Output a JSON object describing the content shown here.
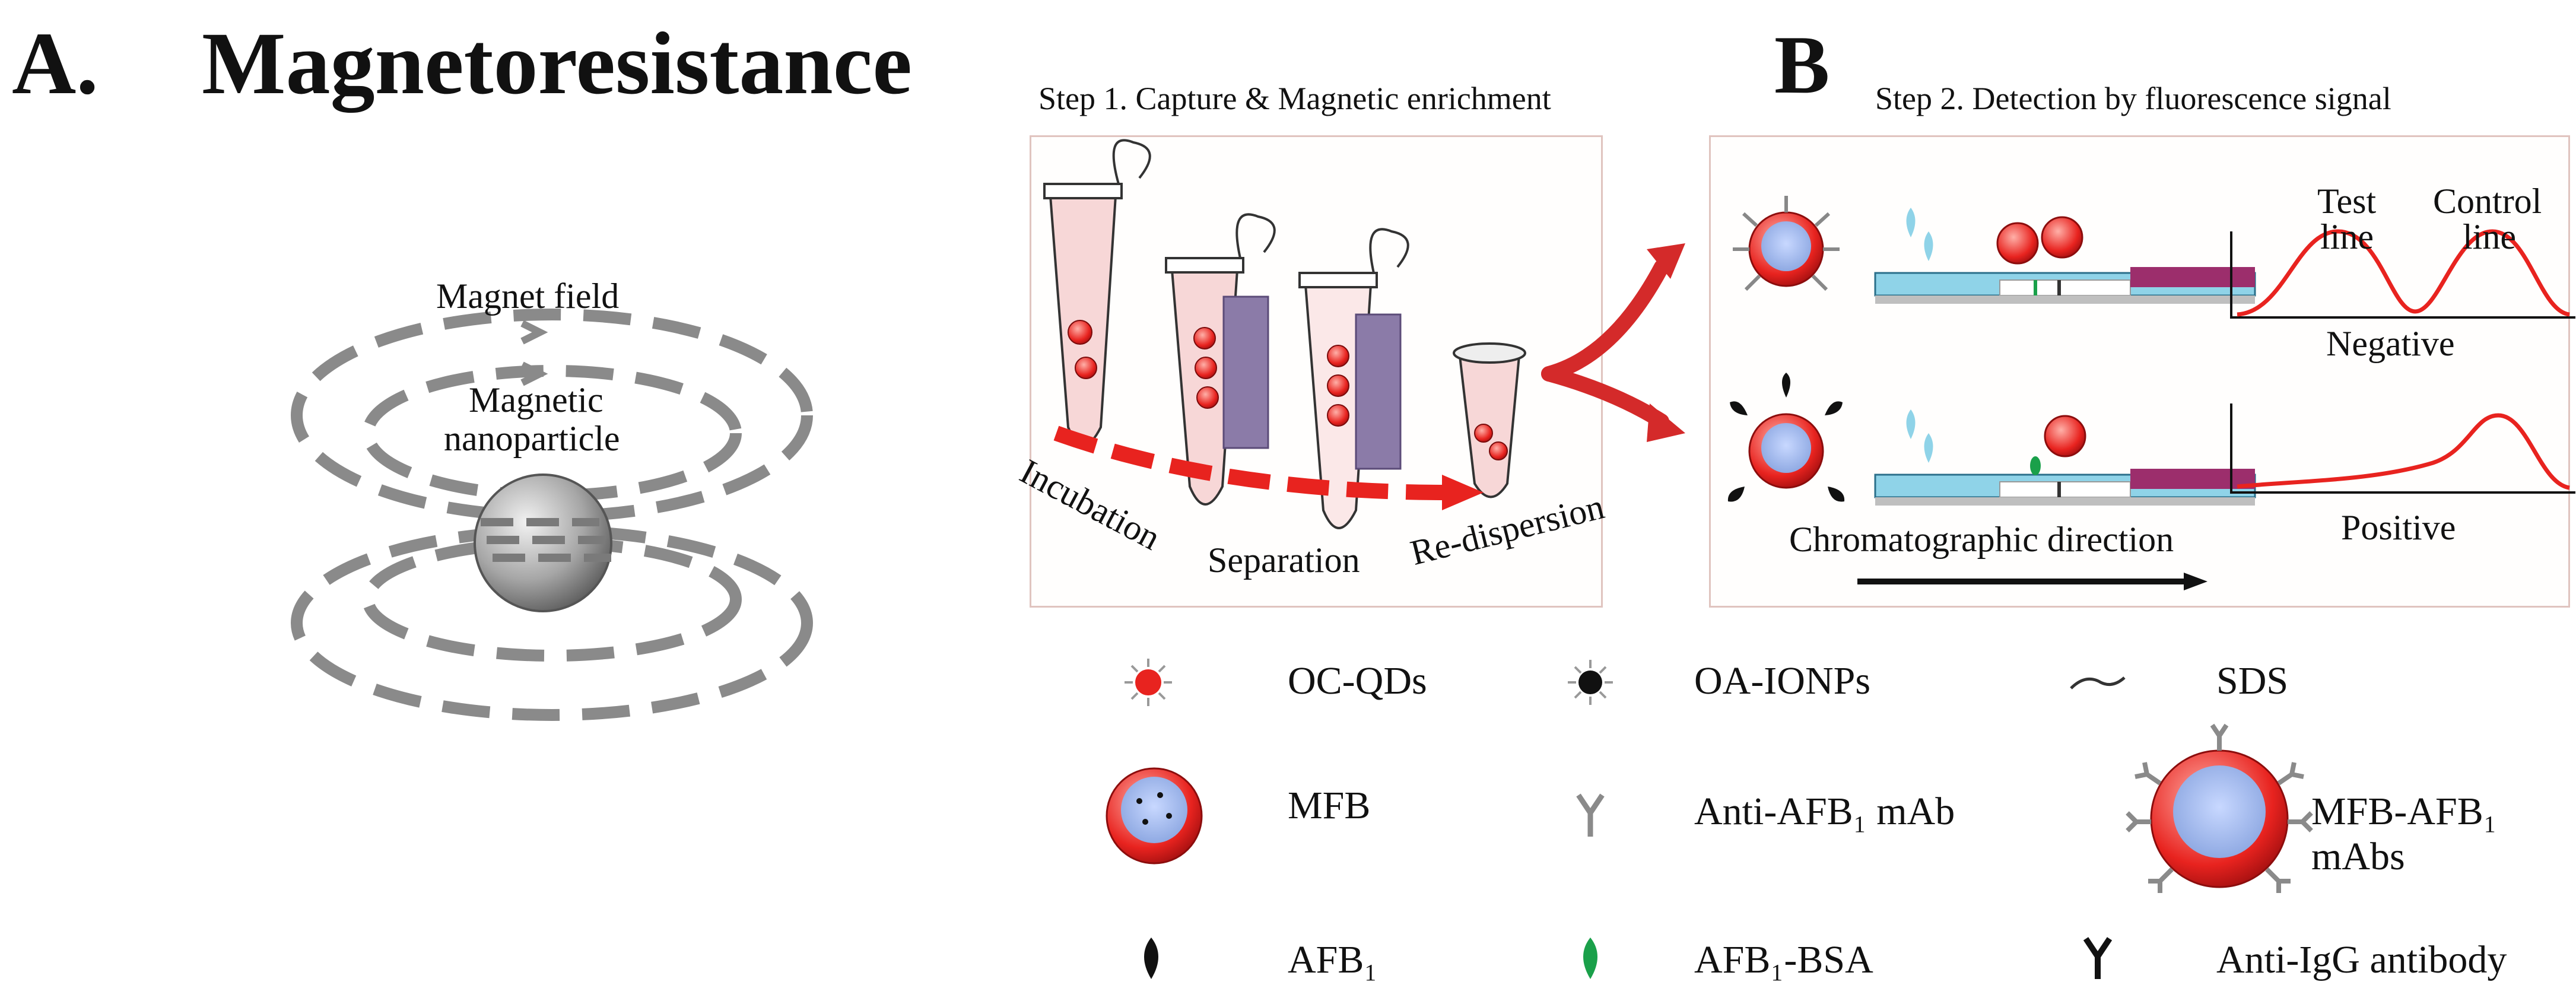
{
  "panel_a": {
    "letter": "A.",
    "title": "Magnetoresistance",
    "field_label": "Magnet field",
    "particle_label_1": "Magnetic",
    "particle_label_2": "nanoparticle"
  },
  "panel_b": {
    "letter": "B",
    "step1_title": "Step 1. Capture & Magnetic enrichment",
    "step2_title": "Step 2. Detection by fluorescence signal",
    "incubation": "Incubation",
    "separation": "Separation",
    "redispersion": "Re-dispersion",
    "test_line_1": "Test",
    "test_line_2": "line",
    "control_line_1": "Control",
    "control_line_2": "line",
    "negative": "Negative",
    "positive": "Positive",
    "direction": "Chromatographic direction"
  },
  "legend": {
    "oc_qds": "OC-QDs",
    "oa_ionps": "OA-IONPs",
    "sds": "SDS",
    "mfb": "MFB",
    "anti_afb1_mab": "Anti-AFB₁ mAb",
    "mfb_afb1_mabs": "MFB-AFB₁ mAbs",
    "afb1": "AFB₁",
    "afb1_bsa": "AFB₁-BSA",
    "anti_igg": "Anti-IgG antibody"
  },
  "colors": {
    "red": "#e8231f",
    "dash_gray": "#8a8a8a",
    "strip_blue": "#8fd3e8",
    "strip_purple": "#9c2e6c",
    "magnet_purple": "#8b7ba8",
    "green": "#1aa04a"
  }
}
